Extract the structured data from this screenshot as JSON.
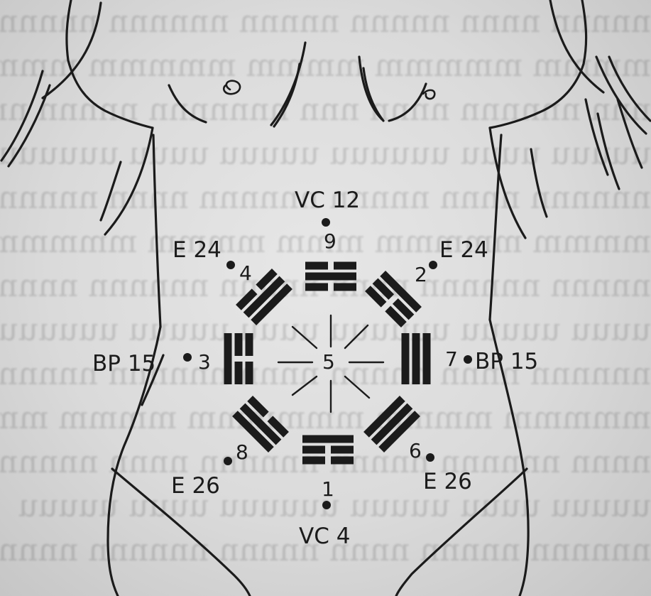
{
  "points": {
    "top": "VC 12",
    "top_left": "E 24",
    "top_right": "E 24",
    "left": "BP 15",
    "right": "BP 15",
    "bottom_left": "E 26",
    "bottom_right": "E 26",
    "bottom": "VC 4"
  },
  "numbers": {
    "top": "9",
    "top_left": "4",
    "top_right": "2",
    "left": "3",
    "center": "5",
    "right": "7",
    "bottom_left": "8",
    "bottom_right": "6",
    "bottom": "1"
  },
  "trigrams": {
    "top": [
      "yin",
      "yang",
      "yin"
    ],
    "top_right": [
      "yin",
      "yin",
      "yang"
    ],
    "right": [
      "yang",
      "yang",
      "yang"
    ],
    "bottom_right": [
      "yang",
      "yang",
      "yang"
    ],
    "bottom": [
      "yang",
      "yin",
      "yin"
    ],
    "bottom_left": [
      "yin",
      "yang",
      "yang"
    ],
    "left": [
      "yin",
      "yin",
      "yang"
    ],
    "top_left": [
      "yang",
      "yang",
      "yin"
    ]
  },
  "colors": {
    "ink": "#1b1b1b",
    "paper": "#dcdcdc"
  }
}
